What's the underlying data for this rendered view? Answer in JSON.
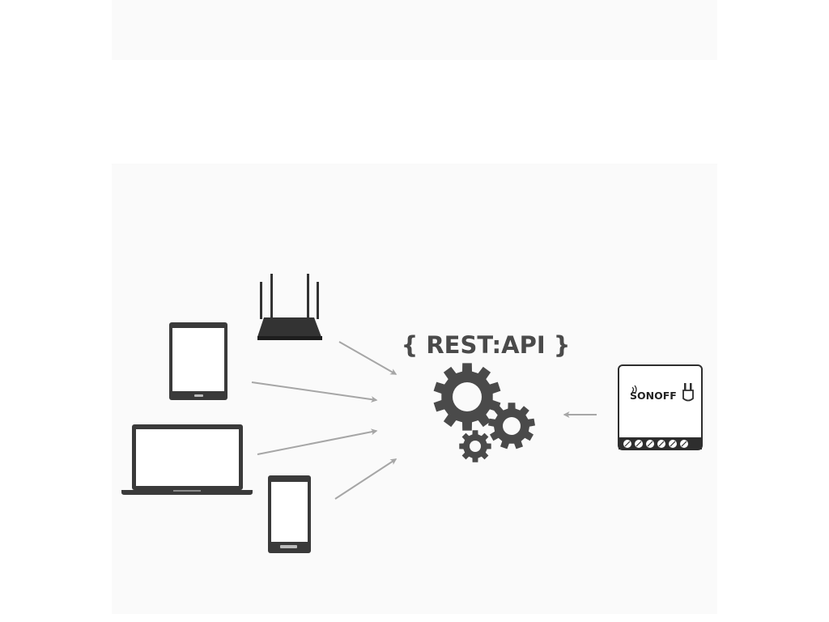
{
  "api_label": "{ REST:API }",
  "device_brand": "SONOFF",
  "colors": {
    "device_fill": "#3a3a3a",
    "gear_fill": "#4a4a4a",
    "arrow": "#a6a6a6",
    "background": "#fafafa"
  },
  "nodes": [
    {
      "id": "router",
      "icon": "router-icon"
    },
    {
      "id": "tablet",
      "icon": "tablet-icon"
    },
    {
      "id": "laptop",
      "icon": "laptop-icon"
    },
    {
      "id": "smartphone",
      "icon": "smartphone-icon"
    },
    {
      "id": "rest-api",
      "icon": "gears-icon"
    },
    {
      "id": "smart-switch",
      "icon": "sonoff-switch-icon"
    }
  ],
  "edges": [
    {
      "from": "router",
      "to": "rest-api"
    },
    {
      "from": "tablet",
      "to": "rest-api"
    },
    {
      "from": "laptop",
      "to": "rest-api"
    },
    {
      "from": "smartphone",
      "to": "rest-api"
    },
    {
      "from": "smart-switch",
      "to": "rest-api"
    }
  ]
}
